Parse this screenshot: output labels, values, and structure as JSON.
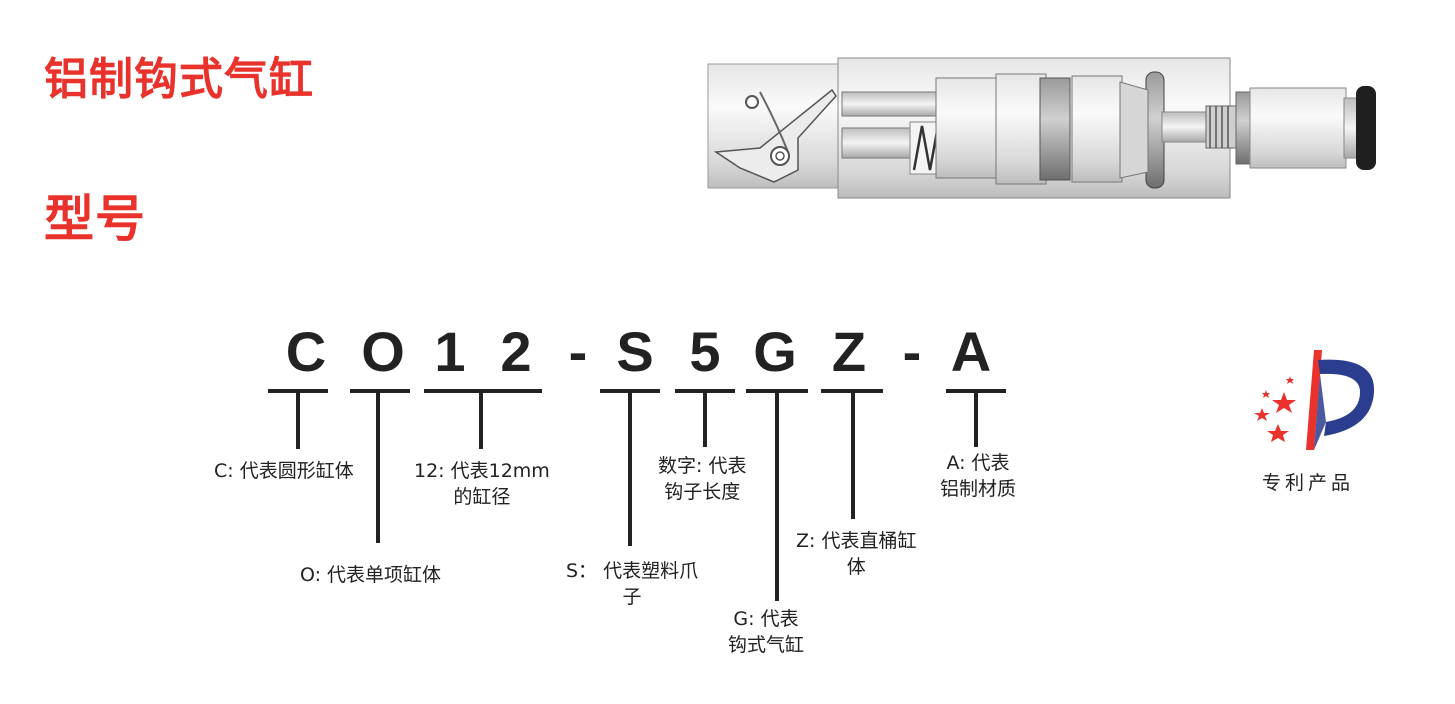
{
  "header": {
    "title": "铝制钩式气缸",
    "subtitle": "型号"
  },
  "model_code": {
    "chars": [
      "C",
      "O",
      "1",
      "2",
      "-",
      "S",
      "5",
      "G",
      "Z",
      "-",
      "A"
    ]
  },
  "descriptions": {
    "c": [
      "C: 代表圆形缸体"
    ],
    "o": [
      "O: 代表单项缸体"
    ],
    "size": [
      "12: 代表12mm",
      "的缸径"
    ],
    "s": [
      "S： 代表塑料爪",
      "子"
    ],
    "digit": [
      "数字: 代表",
      "钩子长度"
    ],
    "g": [
      "G: 代表",
      "钩式气缸"
    ],
    "z": [
      "Z:  代表直桶缸",
      "体"
    ],
    "a": [
      "A: 代表",
      "铝制材质"
    ]
  },
  "patent": {
    "label": "专利产品"
  },
  "colors": {
    "accent_red": "#e8322b",
    "text": "#222222",
    "logo_blue": "#2b3d8f"
  },
  "icons": [
    "cylinder-illustration",
    "patent-logo-icon"
  ]
}
